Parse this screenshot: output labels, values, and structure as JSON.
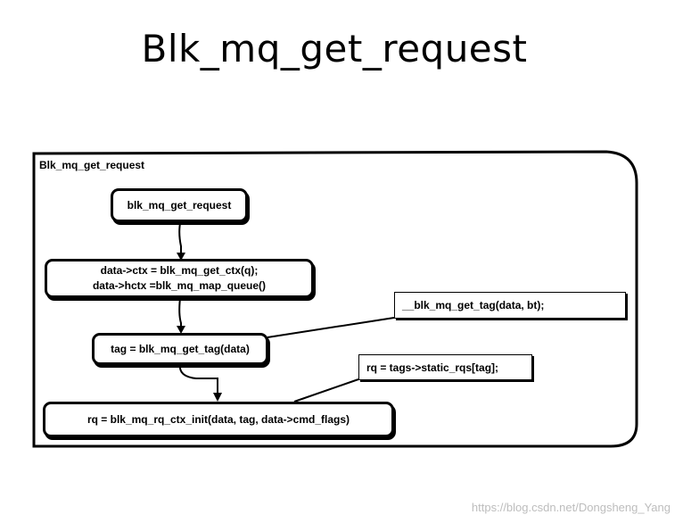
{
  "title": "Blk_mq_get_request",
  "frame": {
    "label": "Blk_mq_get_request"
  },
  "boxes": [
    {
      "line1": "blk_mq_get_request",
      "line2": ""
    },
    {
      "line1": "data->ctx = blk_mq_get_ctx(q);",
      "line2": "data->hctx =blk_mq_map_queue()"
    },
    {
      "line1": "tag = blk_mq_get_tag(data)",
      "line2": ""
    },
    {
      "line1": "rq = blk_mq_rq_ctx_init(data, tag, data->cmd_flags)",
      "line2": ""
    }
  ],
  "notes": [
    {
      "text": "__blk_mq_get_tag(data, bt);"
    },
    {
      "text": "rq = tags->static_rqs[tag];"
    }
  ],
  "watermark": "https://blog.csdn.net/Dongsheng_Yang"
}
